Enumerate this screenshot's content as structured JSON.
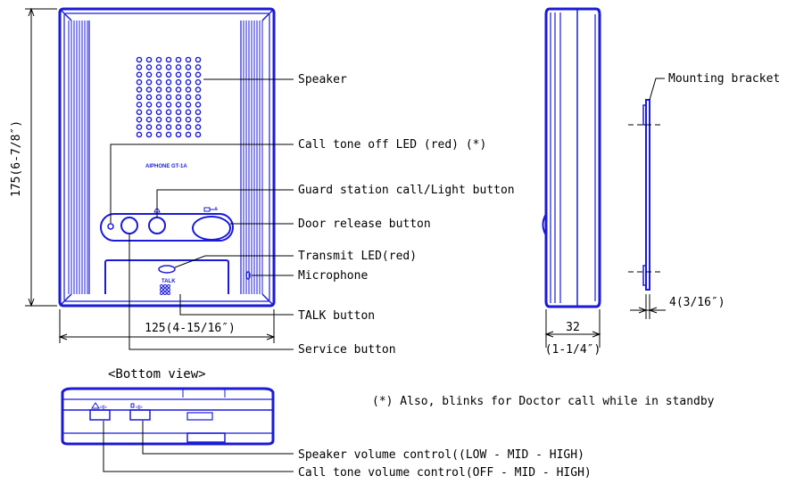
{
  "colors": {
    "drawing": "#1a1ad8",
    "leader": "#000000",
    "background": "#ffffff"
  },
  "front": {
    "model_label": "AIPHONE GT-1A",
    "talk_label": "TALK",
    "height_dim": "175(6-7/8″)",
    "width_dim": "125(4-15/16″)"
  },
  "side": {
    "depth_dim": "32",
    "depth_dim_in": "(1-1/4″)"
  },
  "bracket": {
    "label": "Mounting bracket",
    "thickness_dim": "4(3/16″)"
  },
  "callouts": {
    "speaker": "Speaker",
    "call_tone_led": "Call tone off LED (red) (*)",
    "guard_button": "Guard station call/Light button",
    "door_release": "Door release button",
    "transmit_led": "Transmit LED(red)",
    "microphone": "Microphone",
    "talk_button": "TALK button",
    "service_button": "Service button"
  },
  "bottom": {
    "title": "<Bottom view>",
    "speaker_volume": "Speaker volume control((LOW - MID - HIGH)",
    "call_tone_volume": "Call tone volume control(OFF - MID - HIGH)"
  },
  "footnote": "(*) Also, blinks for Doctor  call while in standby"
}
